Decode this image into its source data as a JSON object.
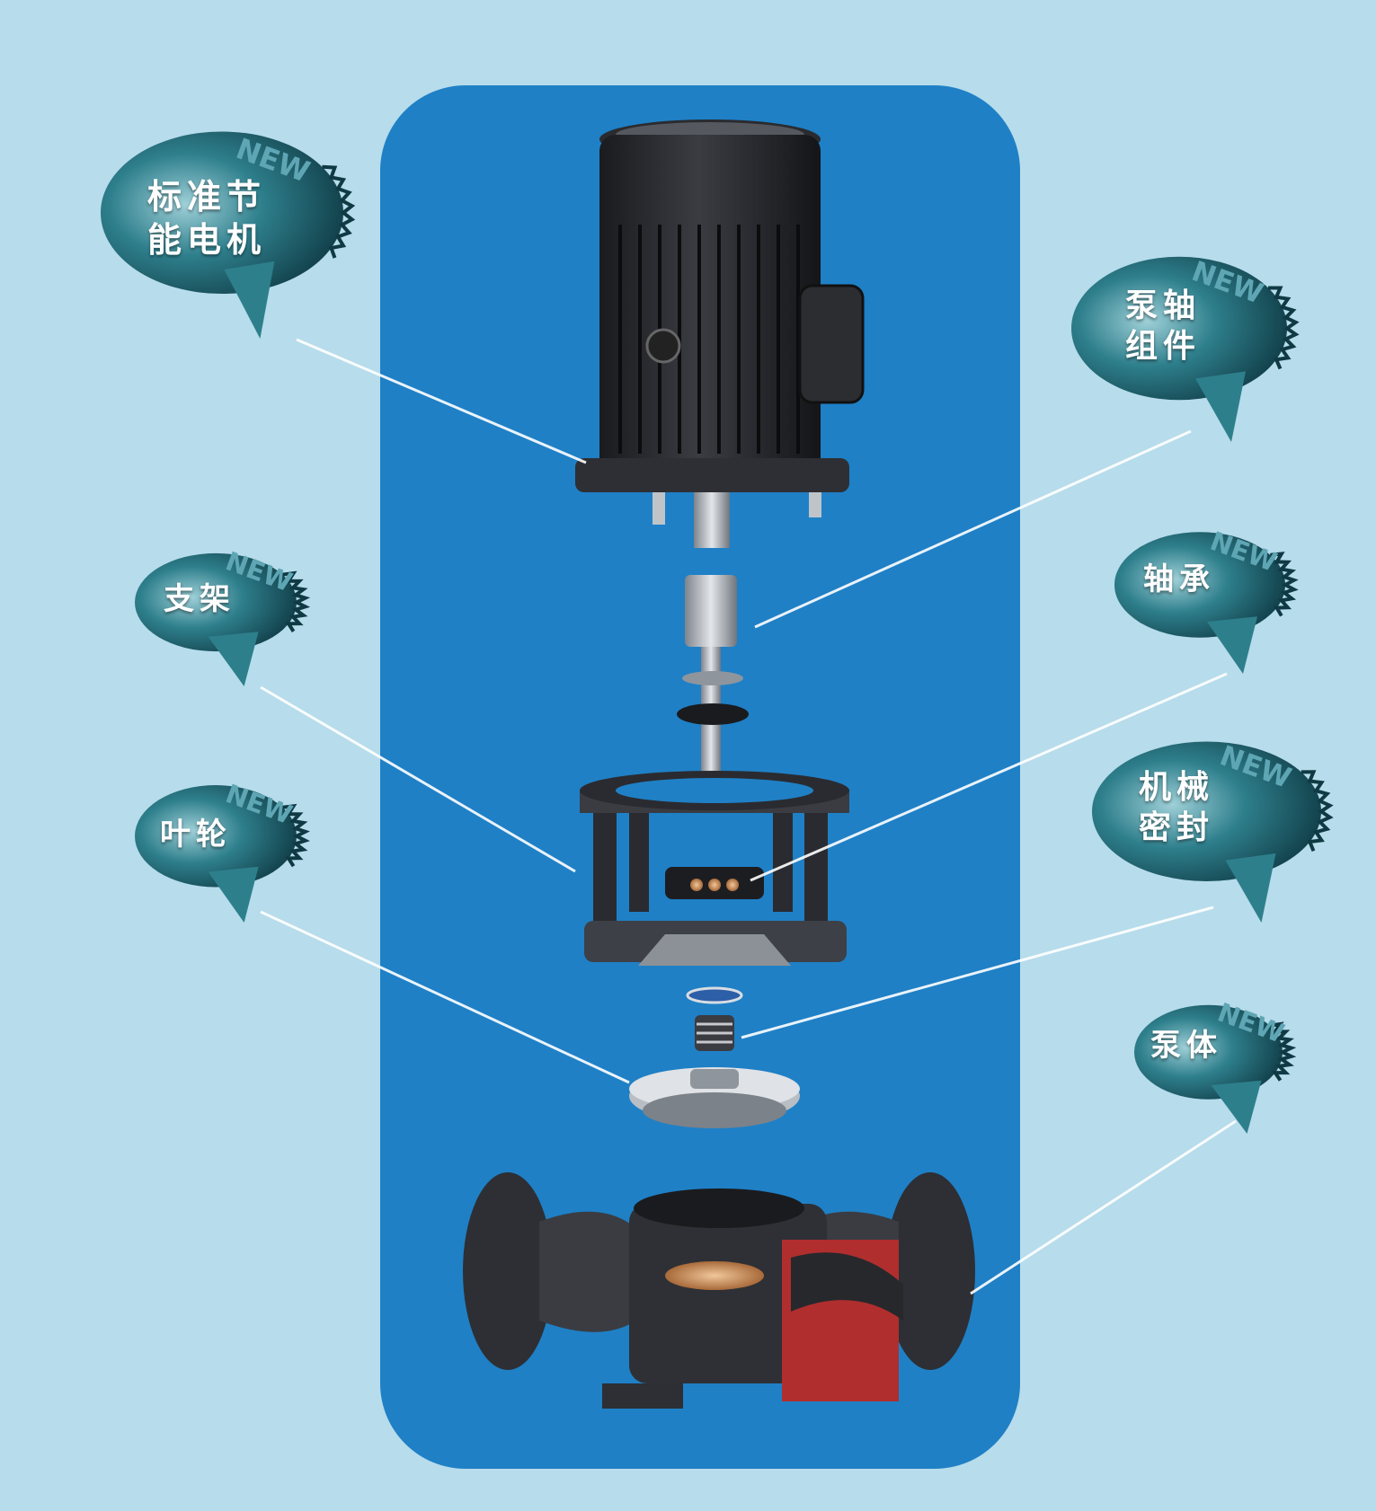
{
  "diagram": {
    "colors": {
      "background": "#b7dceb",
      "panel": "#1f80c6",
      "bubble_dark": "#0f3a44",
      "bubble_mid": "#2e7f8c",
      "bubble_light": "#9fd0d8",
      "badge": "#5fa6b4",
      "leader_line": "#ffffff",
      "cut_section": "#b02e2e"
    },
    "badge_text": "NEW",
    "callouts": [
      {
        "id": "motor",
        "lines": [
          "标准节",
          "能电机"
        ]
      },
      {
        "id": "pump-shaft",
        "lines": [
          "泵轴",
          "组件"
        ]
      },
      {
        "id": "bracket",
        "lines": [
          "支架"
        ]
      },
      {
        "id": "bearing",
        "lines": [
          "轴承"
        ]
      },
      {
        "id": "impeller",
        "lines": [
          "叶轮"
        ]
      },
      {
        "id": "mechanical-seal",
        "lines": [
          "机械",
          "密封"
        ]
      },
      {
        "id": "pump-body",
        "lines": [
          "泵体"
        ]
      }
    ]
  }
}
